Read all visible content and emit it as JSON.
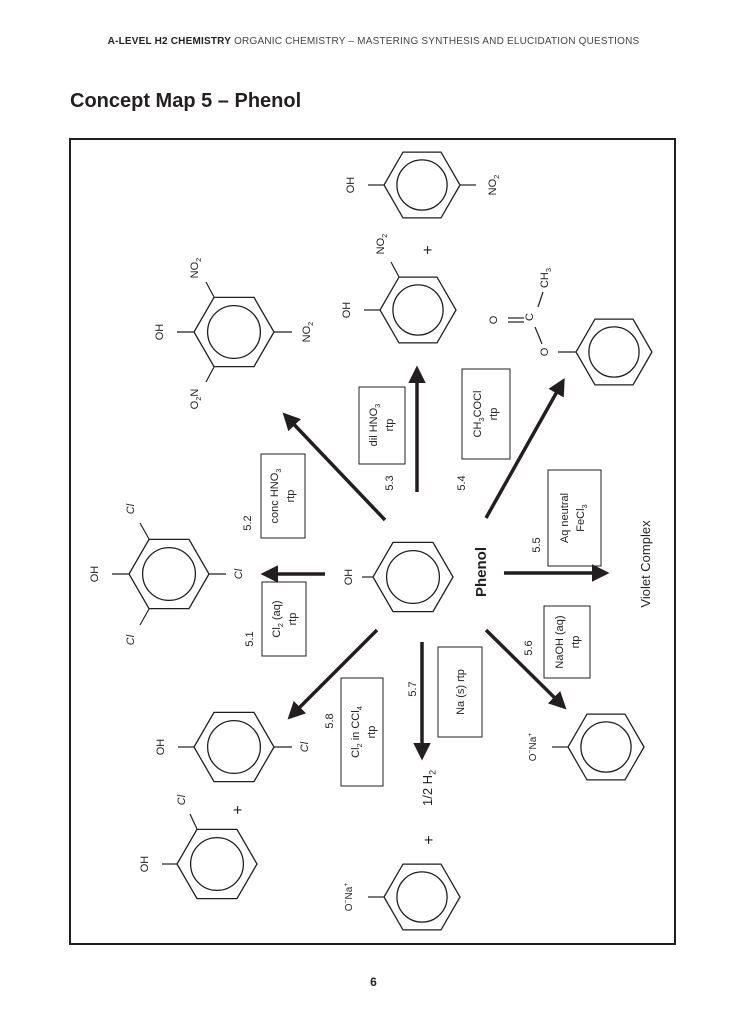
{
  "header": {
    "bold": "A-LEVEL H2 CHEMISTRY",
    "rest": " ORGANIC CHEMISTRY – MASTERING SYNTHESIS AND ELUCIDATION QUESTIONS"
  },
  "title": "Concept Map 5 – Phenol",
  "page_number": "6",
  "center": {
    "oh": "OH",
    "label": "Phenol"
  },
  "reactions": [
    {
      "num": "5.1",
      "line1": "Cl",
      "line1_sub": "2",
      "line1_tail": " (aq)",
      "line2": "rtp"
    },
    {
      "num": "5.2",
      "line1": "conc HNO",
      "line1_sub": "3",
      "line2": "rtp"
    },
    {
      "num": "5.3",
      "line1": "dil HNO",
      "line1_sub": "3",
      "line2": "rtp"
    },
    {
      "num": "5.4",
      "line1": "CH",
      "line1_sub": "3",
      "line1_tail": "COCl",
      "line2": "rtp"
    },
    {
      "num": "5.5",
      "line1": "Aq neutral",
      "line2": "FeCl",
      "line2_sub": "3"
    },
    {
      "num": "5.6",
      "line1": "NaOH (aq)",
      "line2": "rtp"
    },
    {
      "num": "5.7",
      "line1": "Na (s) rtp"
    },
    {
      "num": "5.8",
      "line1": "Cl",
      "line1_sub": "2",
      "line1_tail": " in CCl",
      "line1_sub2": "4",
      "line2": "rtp"
    }
  ],
  "labels": {
    "oh": "OH",
    "no2": "NO",
    "no2_sub": "2",
    "o2n": "O",
    "o2n_sub": "2",
    "o2n_tail": "N",
    "cl": "Cl",
    "plus": "+",
    "o_na": "O",
    "o_na_sup": "−",
    "na": "Na",
    "na_sup": "+",
    "h2_frac": "1/2 H",
    "h2_sub": "2",
    "ester_o": "O",
    "ester_c": "C",
    "ester_ch3": "CH",
    "ester_ch3_sub": "3",
    "violet": "Violet Complex"
  }
}
